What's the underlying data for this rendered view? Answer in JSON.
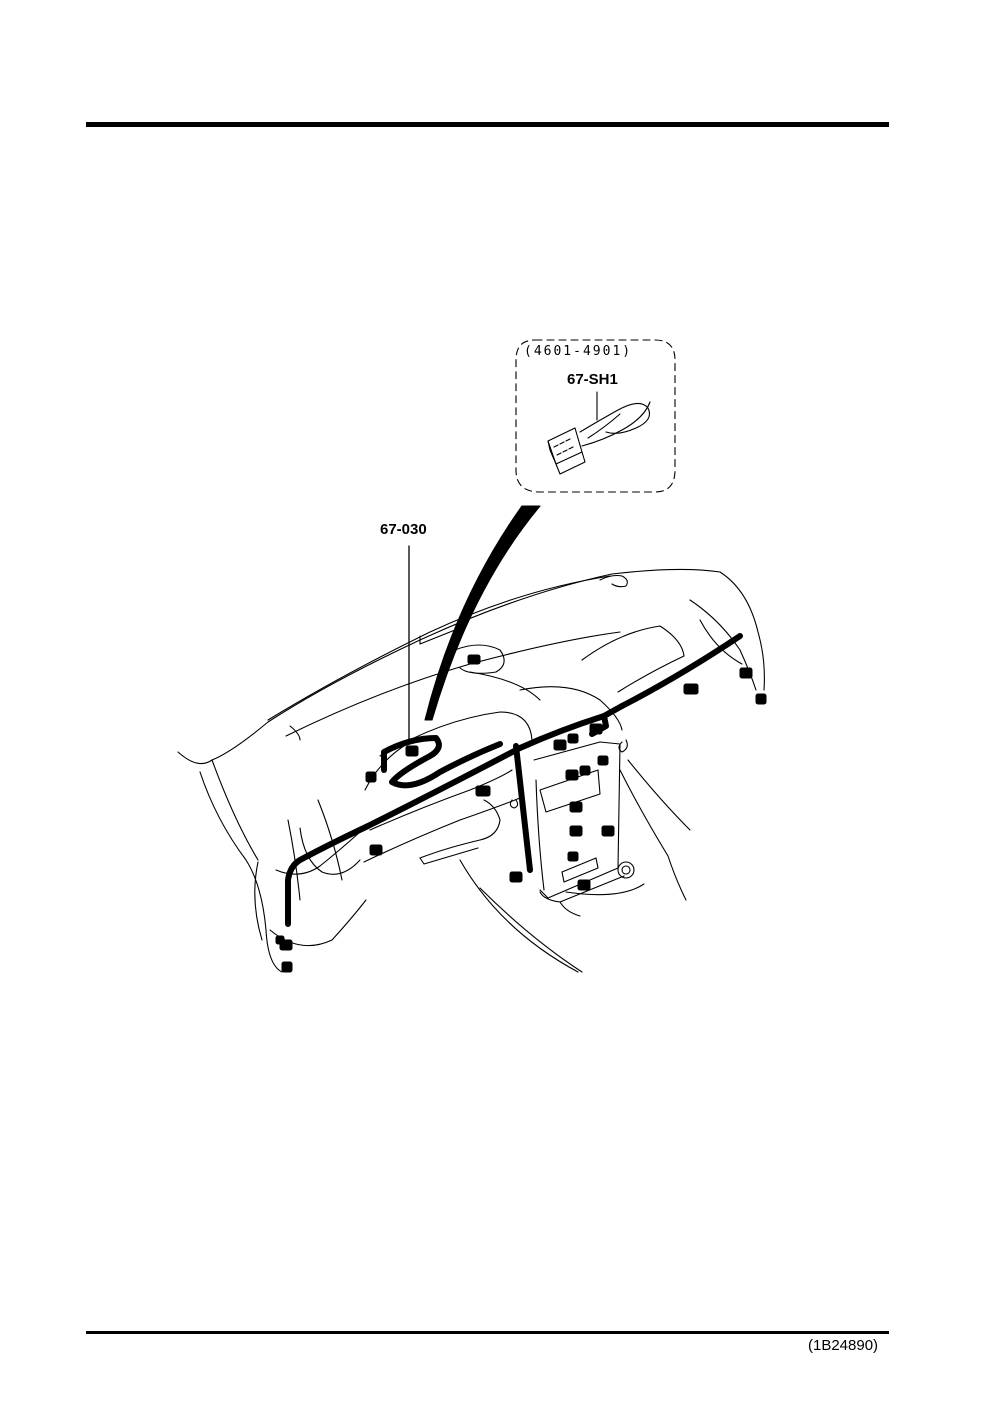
{
  "inset": {
    "serial_range": "(4601-4901)",
    "part_code": "67-SH1"
  },
  "main": {
    "part_label": "67-030"
  },
  "footer": {
    "reference": "(1B24890)"
  },
  "colors": {
    "ink": "#000000",
    "paper": "#ffffff"
  }
}
